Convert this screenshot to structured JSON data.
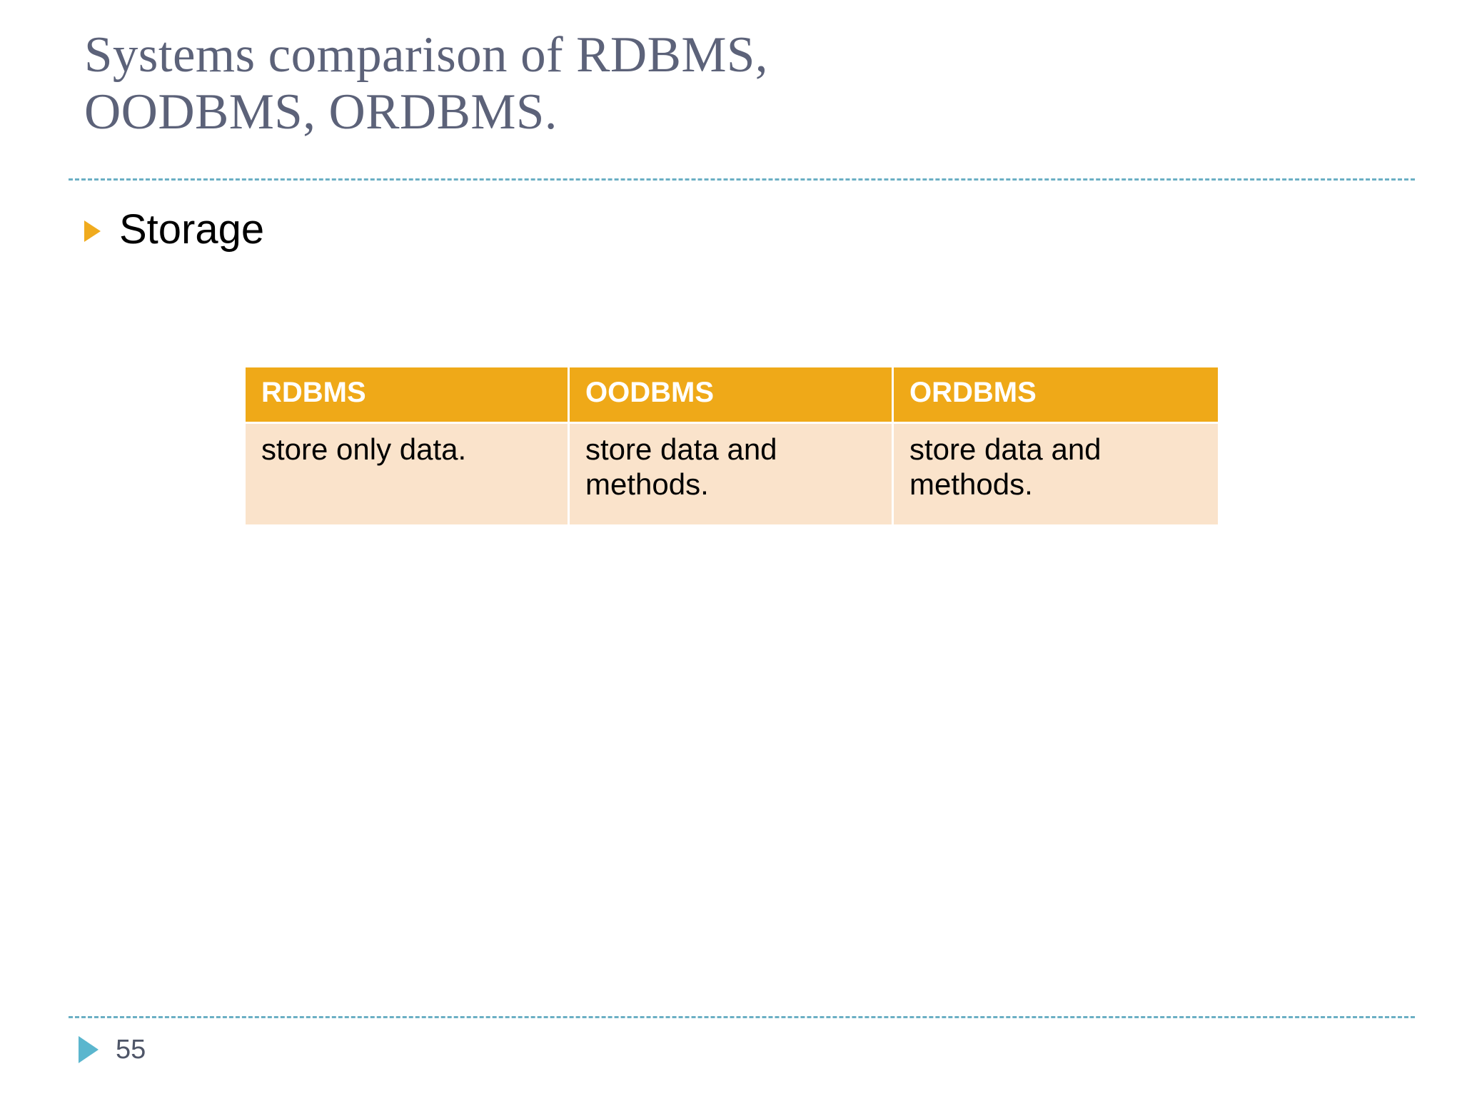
{
  "slide": {
    "title_lines": [
      "Systems comparison of RDBMS,",
      "OODBMS, ORDBMS."
    ],
    "bullet": {
      "marker": "triangle-right-icon",
      "text": "Storage"
    },
    "footer": {
      "marker": "triangle-right-icon",
      "page_number": "55"
    }
  },
  "table": {
    "columns": [
      "RDBMS",
      "OODBMS",
      "ORDBMS"
    ],
    "rows": [
      [
        "store only data.",
        "store data and methods.",
        "store data and methods."
      ]
    ]
  },
  "colors": {
    "title_text": "#5c6279",
    "divider": "#6bafc4",
    "bullet_marker": "#f0ab1e",
    "table_header_bg": "#efa918",
    "table_header_text": "#ffffff",
    "table_cell_bg": "#fae3cb",
    "table_cell_text": "#000000",
    "footer_marker": "#5bb6ce",
    "page_number_text": "#4f5668",
    "background": "#ffffff"
  }
}
